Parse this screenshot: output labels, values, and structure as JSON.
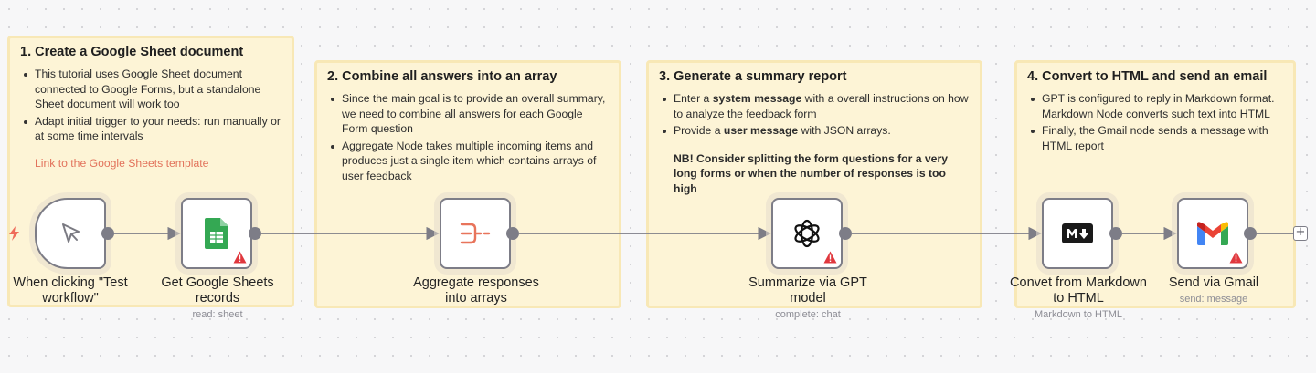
{
  "notes": [
    {
      "title": "1. Create a Google Sheet document",
      "bullets": [
        "This tutorial uses Google Sheet document connected to Google Forms, but a standalone Sheet document will work too",
        "Adapt initial trigger to your needs: run manually or at some time intervals"
      ],
      "link": "Link to the Google Sheets template"
    },
    {
      "title": "2. Combine all answers into an array",
      "bullets": [
        "Since the main goal is to provide an overall summary, we need to combine all answers for each Google Form question",
        "Aggregate Node takes multiple incoming items and produces just a single item which contains arrays of user feedback"
      ]
    },
    {
      "title": "3. Generate a summary report",
      "bullets": [
        {
          "pre": "Enter a ",
          "bold": "system message",
          "post": " with a overall instructions on how to analyze the feedback form"
        },
        {
          "pre": "Provide a ",
          "bold": "user message",
          "post": " with JSON arrays."
        }
      ],
      "note": "NB! Consider splitting the form questions for a very long forms or when the number of responses is too high"
    },
    {
      "title": "4. Convert to HTML and send an email",
      "bullets": [
        "GPT is configured to reply in Markdown format. Markdown Node converts such text into HTML",
        "Finally, the Gmail node sends a message with HTML report"
      ]
    }
  ],
  "nodes": [
    {
      "name": "When clicking \"Test workflow\"",
      "line1": "When clicking \"Test",
      "line2": "workflow\"",
      "subtitle": "",
      "icon": "cursor-icon",
      "warning": false
    },
    {
      "name": "Get Google Sheets records",
      "line1": "Get Google Sheets",
      "line2": "records",
      "subtitle": "read: sheet",
      "icon": "google-sheets-icon",
      "warning": true
    },
    {
      "name": "Aggregate responses into arrays",
      "line1": "Aggregate responses",
      "line2": "into arrays",
      "subtitle": "",
      "icon": "aggregate-icon",
      "warning": false
    },
    {
      "name": "Summarize via GPT model",
      "line1": "Summarize via GPT",
      "line2": "model",
      "subtitle": "complete: chat",
      "icon": "openai-icon",
      "warning": true
    },
    {
      "name": "Convet from Markdown to HTML",
      "line1": "Convet from Markdown",
      "line2": "to HTML",
      "subtitle": "Markdown to HTML",
      "icon": "markdown-icon",
      "warning": false
    },
    {
      "name": "Send via Gmail",
      "line1": "Send via Gmail",
      "line2": "",
      "subtitle": "send: message",
      "icon": "gmail-icon",
      "warning": true
    }
  ],
  "colors": {
    "sticky_bg": "#fdf4d6",
    "sticky_border": "#f8e8b6",
    "connection": "#7d7d87",
    "link": "#e2725b",
    "warning": "#e0383e",
    "sheets_green": "#34a853",
    "aggregate_orange": "#e8745b"
  }
}
